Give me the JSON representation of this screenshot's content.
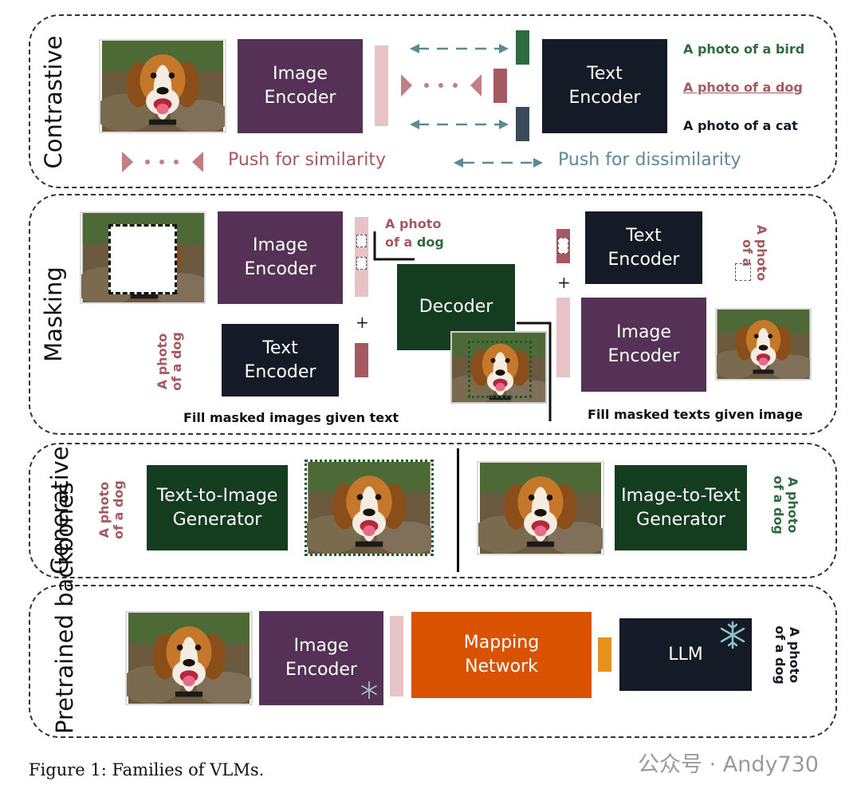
{
  "panels": {
    "contrastive": {
      "label": "Contrastive",
      "image_encoder": "Image\nEncoder",
      "text_encoder": "Text\nEncoder",
      "texts": [
        "A photo of a bird",
        "A photo of a dog",
        "A photo of a cat"
      ],
      "legend_similarity": "Push for similarity",
      "legend_dissimilarity": "Push for dissimilarity"
    },
    "masking": {
      "label": "Masking",
      "image_encoder_left": "Image\nEncoder",
      "text_encoder_left": "Text\nEncoder",
      "decoder": "Decoder",
      "text_encoder_right": "Text\nEncoder",
      "image_encoder_right": "Image\nEncoder",
      "output_text_line1": "A photo",
      "output_text_line2a": "of a",
      "output_text_line2b": "dog",
      "left_vertical_text": "A photo\nof a dog",
      "right_vertical_text": "A photo\nof a",
      "plus": "+",
      "caption_left": "Fill masked images given text",
      "caption_right": "Fill masked texts given image"
    },
    "generative": {
      "label": "Generative",
      "t2i": "Text-to-Image\nGenerator",
      "i2t": "Image-to-Text\nGenerator",
      "left_vertical_text": "A photo\nof a dog",
      "right_vertical_text": "A photo\nof a dog"
    },
    "pretrained": {
      "label": "Pretrained\nbackbones",
      "image_encoder": "Image\nEncoder",
      "mapping": "Mapping\nNetwork",
      "llm": "LLM",
      "right_vertical_text": "A photo\nof a dog"
    }
  },
  "caption": "Figure 1:  Families of VLMs.",
  "watermark": "公众号 · Andy730",
  "colors": {
    "purple": "#543155",
    "navy": "#141a26",
    "green": "#133d1e",
    "orange": "#d85200",
    "rose": "#a45a60",
    "teal": "#5c8a92",
    "light_pink": "#e8c3c6",
    "dark_green_text": "#2f6b3e"
  }
}
